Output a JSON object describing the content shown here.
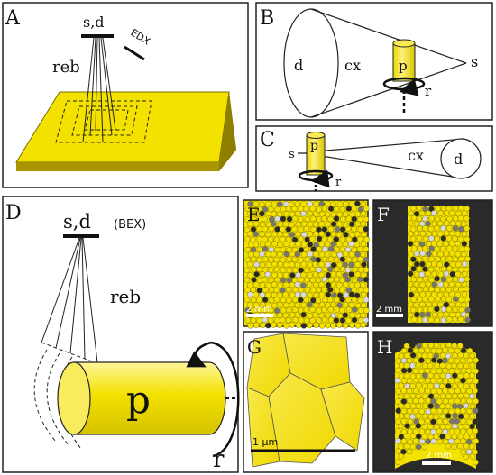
{
  "colors": {
    "sample": "#f3e100",
    "sample_edge": "#7a6d00",
    "frame": "#222222",
    "dark_bg": "#2a2a2a",
    "grain_light": "#d9d9e6"
  },
  "panels": {
    "A": {
      "letter": "A",
      "source_detector": "s,d",
      "edx": "EDX",
      "beam": "reb"
    },
    "B": {
      "letter": "B",
      "detector": "d",
      "cone": "cx",
      "pillar": "p",
      "source": "s",
      "rotation": "r"
    },
    "C": {
      "letter": "C",
      "pillar": "p",
      "source": "s",
      "cone": "cx",
      "detector": "d",
      "rotation": "r"
    },
    "D": {
      "letter": "D",
      "source_detector": "s,d",
      "mode": "(BEX)",
      "beam": "reb",
      "pillar": "p",
      "rotation": "r"
    },
    "E": {
      "letter": "E",
      "scale": "2 mm"
    },
    "F": {
      "letter": "F",
      "scale": "2 mm"
    },
    "G": {
      "letter": "G",
      "scale": "1 μm"
    },
    "H": {
      "letter": "H",
      "scale": "2 mm"
    }
  }
}
